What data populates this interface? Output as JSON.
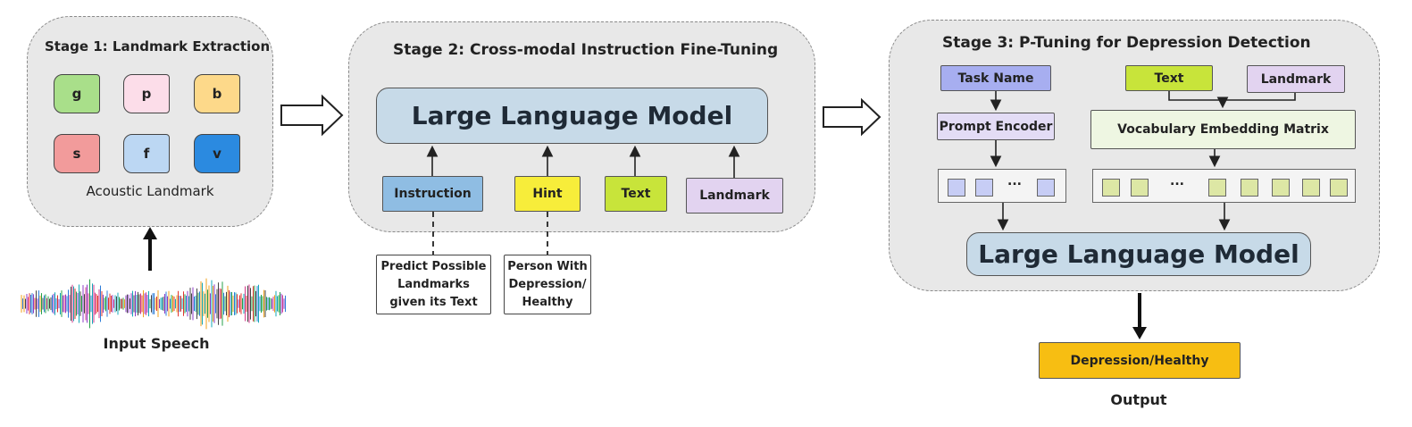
{
  "stage1": {
    "title": "Stage 1: Landmark Extraction",
    "landmarks": [
      {
        "label": "g",
        "color": "#a9df8a"
      },
      {
        "label": "p",
        "color": "#fcdde9"
      },
      {
        "label": "b",
        "color": "#fdd98a"
      },
      {
        "label": "s",
        "color": "#f29b9b"
      },
      {
        "label": "f",
        "color": "#bcd7f3"
      },
      {
        "label": "v",
        "color": "#2b8ae0"
      }
    ],
    "caption": "Acoustic Landmark",
    "input_label": "Input Speech"
  },
  "stage2": {
    "title": "Stage 2: Cross-modal Instruction Fine-Tuning",
    "llm_label": "Large Language Model",
    "inputs": [
      {
        "label": "Instruction",
        "color": "#8fbde3"
      },
      {
        "label": "Hint",
        "color": "#f7ed3a"
      },
      {
        "label": "Text",
        "color": "#c8e43a"
      },
      {
        "label": "Landmark",
        "color": "#e2d3f0"
      }
    ],
    "notes": [
      "Predict Possible\nLandmarks\ngiven its Text",
      "Person With\nDepression/\nHealthy"
    ]
  },
  "stage3": {
    "title": "Stage 3: P-Tuning for Depression Detection",
    "task_name": "Task Name",
    "prompt_encoder": "Prompt Encoder",
    "text_label": "Text",
    "landmark_label": "Landmark",
    "vocab_matrix": "Vocabulary Embedding Matrix",
    "ellipsis": "...",
    "llm_label": "Large Language Model",
    "colors": {
      "task": "#a7aef0",
      "prompt": "#e3dcf5",
      "text": "#c8e43a",
      "landmark": "#e2d3f0",
      "vocab": "#eef6e2",
      "prompt_token": "#c7cdf5",
      "vocab_token": "#dde7a5"
    }
  },
  "output": {
    "label": "Depression/Healthy",
    "color": "#f7be12",
    "caption": "Output"
  }
}
